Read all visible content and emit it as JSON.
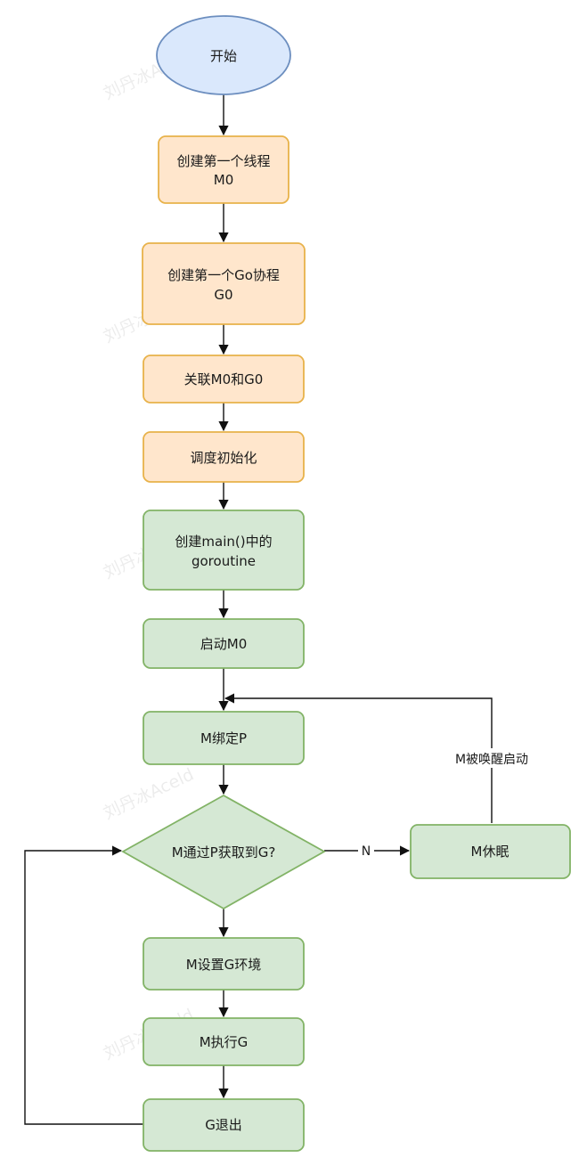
{
  "watermark": "刘丹冰Aceld",
  "nodes": {
    "start": "开始",
    "create_m0": [
      "创建第一个线程",
      "M0"
    ],
    "create_g0": [
      "创建第一个Go协程",
      "G0"
    ],
    "bind_m0_g0": "关联M0和G0",
    "sched_init": "调度初始化",
    "create_main": [
      "创建main()中的",
      "goroutine"
    ],
    "start_m0": "启动M0",
    "m_bind_p": "M绑定P",
    "decision": "M通过P获取到G?",
    "m_sleep": "M休眠",
    "set_env": "M设置G环境",
    "exec_g": "M执行G",
    "g_exit": "G退出"
  },
  "edges": {
    "no_label": "N",
    "wake_label": "M被唤醒启动"
  },
  "colors": {
    "start_fill": "#dae8fc",
    "start_stroke": "#6c8ebf",
    "orange_fill": "#ffe6cc",
    "orange_stroke": "#e8b24a",
    "green_fill": "#d5e8d4",
    "green_stroke": "#82b366"
  }
}
